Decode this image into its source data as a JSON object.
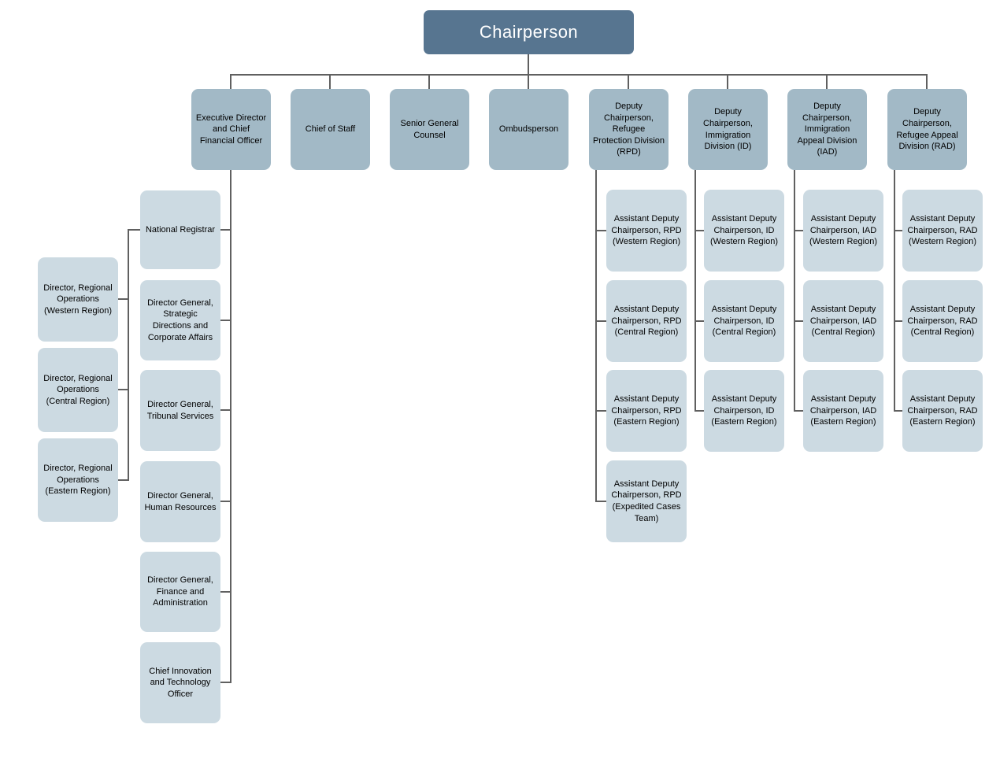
{
  "colors": {
    "root_fill": "#577590",
    "root_text": "#ffffff",
    "level2_fill": "#a2b9c6",
    "level3_fill": "#ccdae2",
    "connector": "#606060",
    "node_text": "#000000"
  },
  "root": {
    "label": "Chairperson"
  },
  "level2": [
    {
      "label": "Executive Director and Chief Financial Officer"
    },
    {
      "label": "Chief of Staff"
    },
    {
      "label": "Senior General Counsel"
    },
    {
      "label": "Ombudsperson"
    },
    {
      "label": "Deputy Chairperson, Refugee Protection Division (RPD)"
    },
    {
      "label": "Deputy Chairperson, Immigration Division (ID)"
    },
    {
      "label": "Deputy Chairperson, Immigration Appeal Division (IAD)"
    },
    {
      "label": "Deputy Chairperson, Refugee Appeal Division (RAD)"
    }
  ],
  "executive_branch": [
    {
      "label": "National Registrar"
    },
    {
      "label": "Director General, Strategic Directions and Corporate Affairs"
    },
    {
      "label": "Director General, Tribunal Services"
    },
    {
      "label": "Director General, Human Resources"
    },
    {
      "label": "Director General, Finance and Administration"
    },
    {
      "label": "Chief Innovation and Technology Officer"
    }
  ],
  "registrar_branch": [
    {
      "label": "Director, Regional Operations (Western Region)"
    },
    {
      "label": "Director, Regional Operations (Central Region)"
    },
    {
      "label": "Director, Regional Operations (Eastern Region)"
    }
  ],
  "rpd_branch": [
    {
      "label": "Assistant Deputy Chairperson, RPD (Western Region)"
    },
    {
      "label": "Assistant Deputy Chairperson, RPD (Central Region)"
    },
    {
      "label": "Assistant Deputy Chairperson, RPD (Eastern Region)"
    },
    {
      "label": "Assistant Deputy Chairperson, RPD (Expedited Cases Team)"
    }
  ],
  "id_branch": [
    {
      "label": "Assistant Deputy Chairperson, ID (Western Region)"
    },
    {
      "label": "Assistant Deputy Chairperson, ID (Central Region)"
    },
    {
      "label": "Assistant Deputy Chairperson, ID (Eastern Region)"
    }
  ],
  "iad_branch": [
    {
      "label": "Assistant Deputy Chairperson, IAD (Western Region)"
    },
    {
      "label": "Assistant Deputy Chairperson, IAD (Central Region)"
    },
    {
      "label": "Assistant Deputy Chairperson, IAD (Eastern Region)"
    }
  ],
  "rad_branch": [
    {
      "label": "Assistant Deputy Chairperson, RAD (Western Region)"
    },
    {
      "label": "Assistant Deputy Chairperson, RAD (Central Region)"
    },
    {
      "label": "Assistant Deputy Chairperson, RAD (Eastern Region)"
    }
  ]
}
